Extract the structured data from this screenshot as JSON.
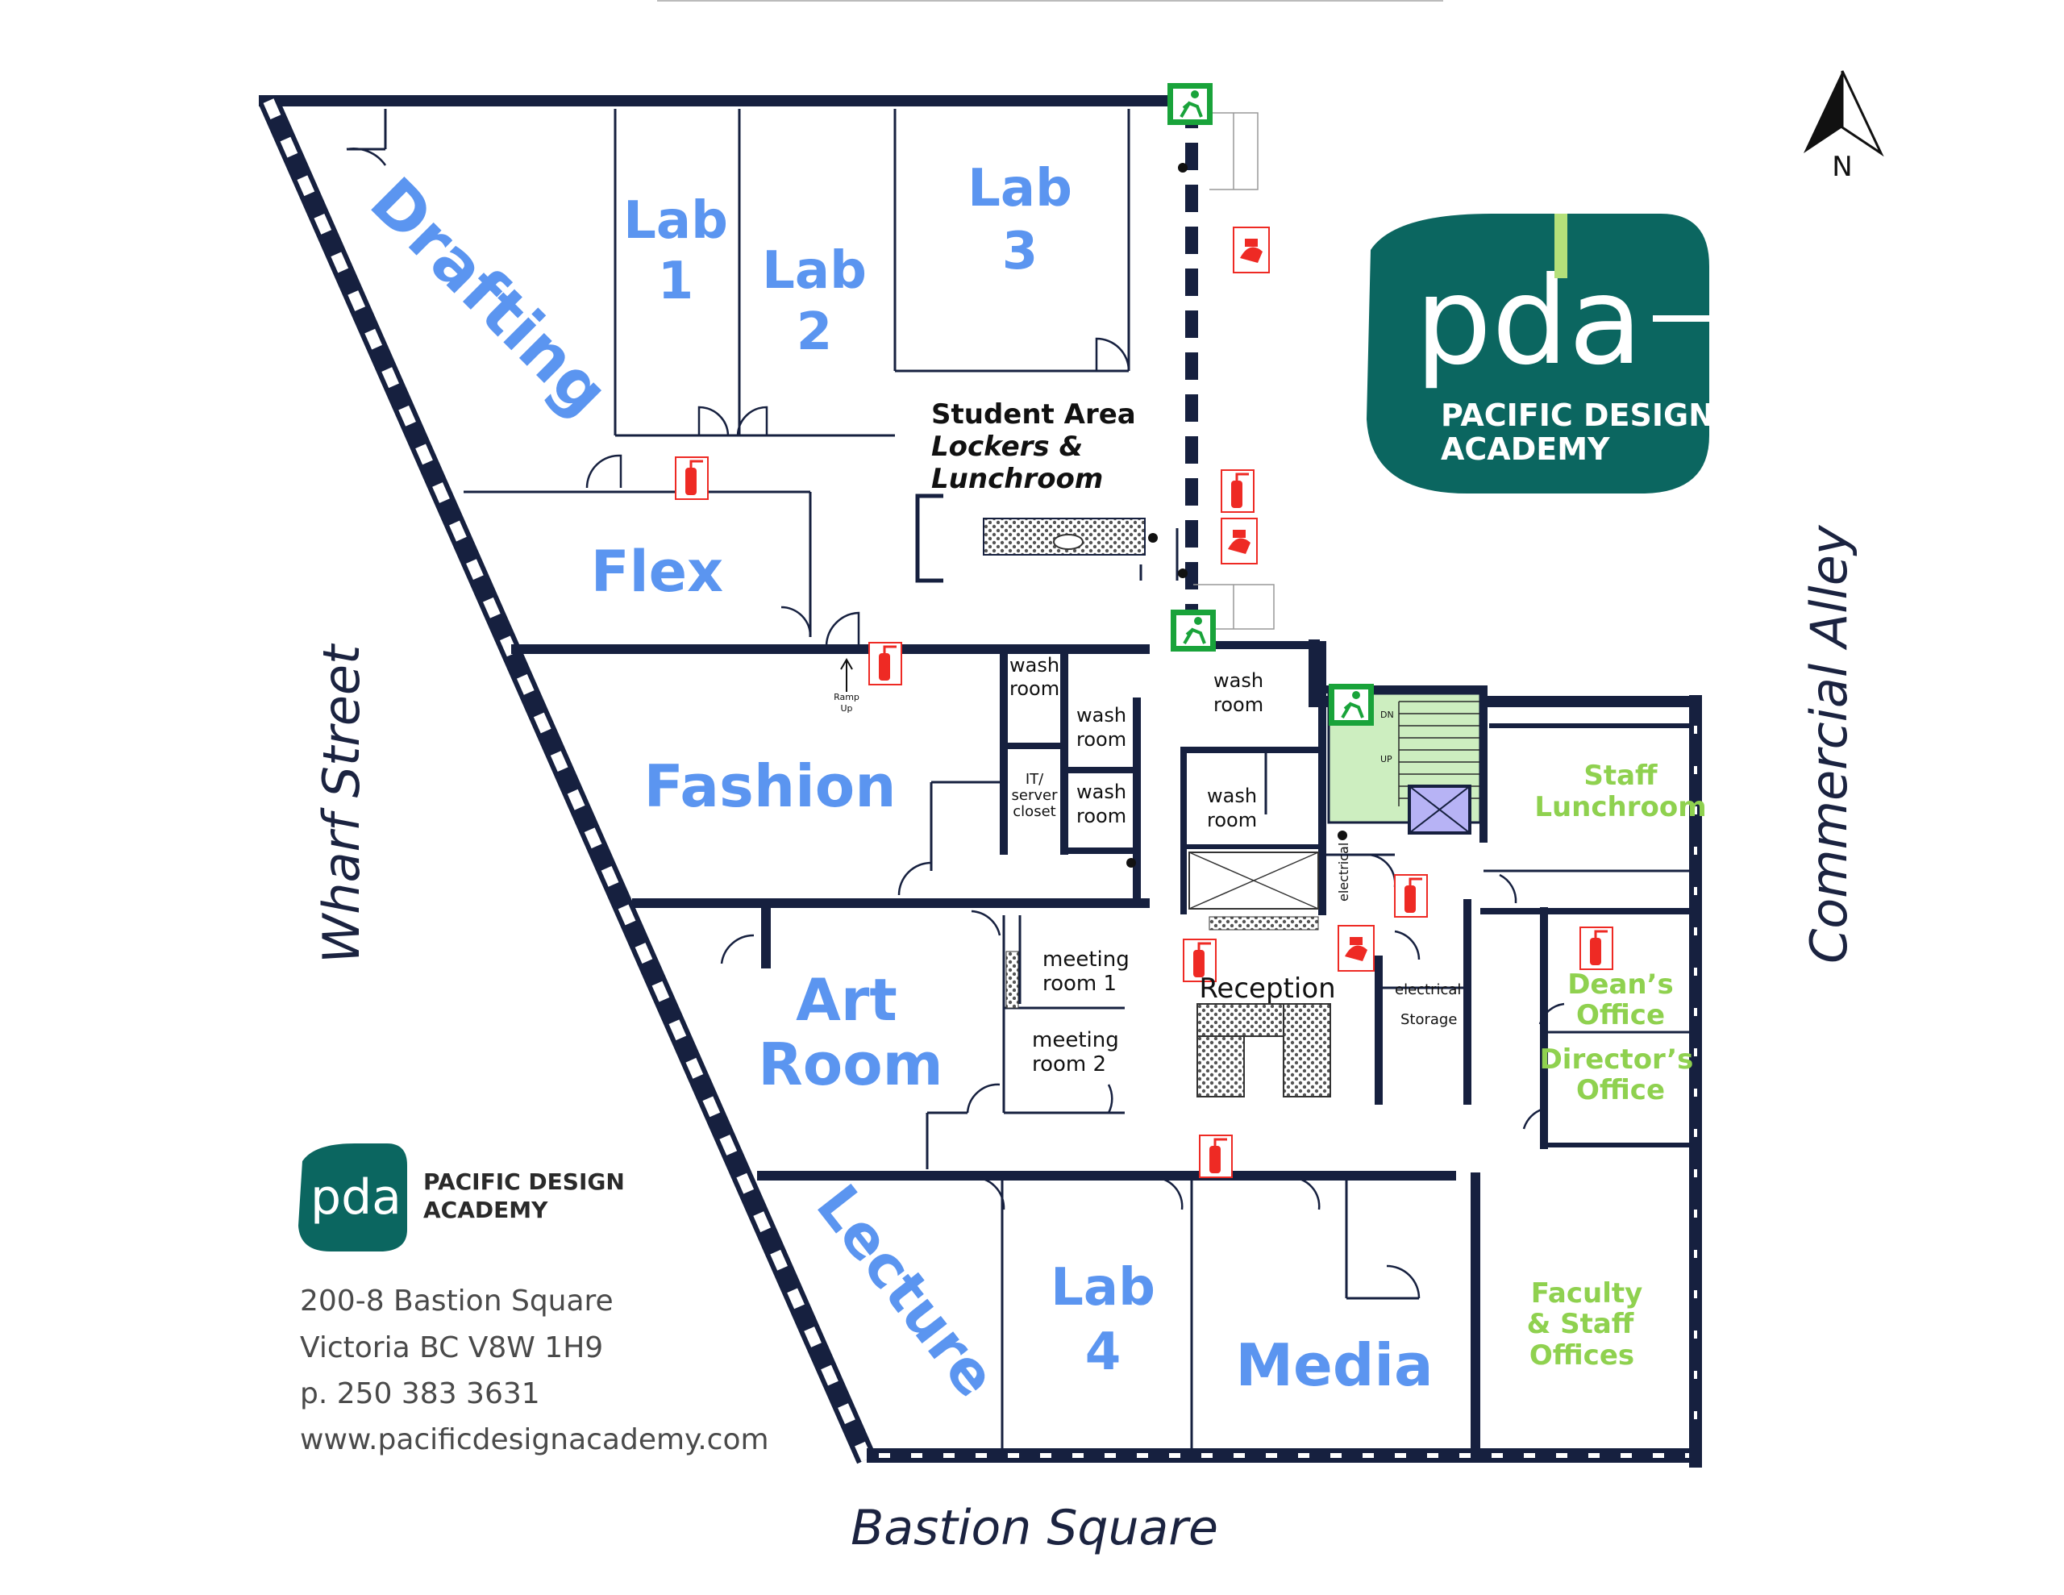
{
  "colors": {
    "wall": "#16203f",
    "room_blue": "#5b95f0",
    "room_green": "#8fd14f",
    "logo_teal": "#0b6660",
    "logo_lime": "#b4e07a",
    "exit_green": "#19a33a",
    "fire_red": "#ee2a24",
    "stair_green": "#cdeec0",
    "elevator": "#b7b3f5"
  },
  "compass": {
    "label": "N"
  },
  "logo": {
    "letters": "pda",
    "line1": "PACIFIC DESIGN",
    "line2": "ACADEMY"
  },
  "streets": {
    "west": "Wharf Street",
    "east": "Commercial Alley",
    "south": "Bastion Square"
  },
  "contact": {
    "address1": "200-8 Bastion Square",
    "address2": "Victoria BC V8W 1H9",
    "phone": "p. 250 383 3631",
    "website": "www.pacificdesignacademy.com"
  },
  "rooms": {
    "drafting": "Drafting",
    "lab1_a": "Lab",
    "lab1_b": "1",
    "lab2_a": "Lab",
    "lab2_b": "2",
    "lab3_a": "Lab",
    "lab3_b": "3",
    "student_area": "Student Area",
    "lockers": "Lockers &",
    "lunchroom": "Lunchroom",
    "flex": "Flex",
    "ramp_a": "Ramp",
    "ramp_b": "Up",
    "fashion": "Fashion",
    "washroom1_a": "wash",
    "washroom1_b": "room",
    "washroom2_a": "wash",
    "washroom2_b": "room",
    "washroom3_a": "wash",
    "washroom3_b": "room",
    "washroom4_a": "wash",
    "washroom4_b": "room",
    "washroom5_a": "wash",
    "washroom5_b": "room",
    "it_a": "IT/",
    "it_b": "server",
    "it_c": "closet",
    "art_a": "Art",
    "art_b": "Room",
    "meeting1_a": "meeting",
    "meeting1_b": "room 1",
    "meeting2_a": "meeting",
    "meeting2_b": "room 2",
    "reception": "Reception",
    "electrical_v": "electrical",
    "electrical_h": "electrical",
    "storage": "Storage",
    "stair_dn": "DN",
    "stair_up": "UP",
    "staff_a": "Staff",
    "staff_b": "Lunchroom",
    "deans_a": "Dean’s",
    "deans_b": "Office",
    "directors_a": "Director’s",
    "directors_b": "Office",
    "lecture": "Lecture",
    "lab4_a": "Lab",
    "lab4_b": "4",
    "media": "Media",
    "faculty_a": "Faculty",
    "faculty_b": "& Staff",
    "faculty_c": "Offices"
  }
}
